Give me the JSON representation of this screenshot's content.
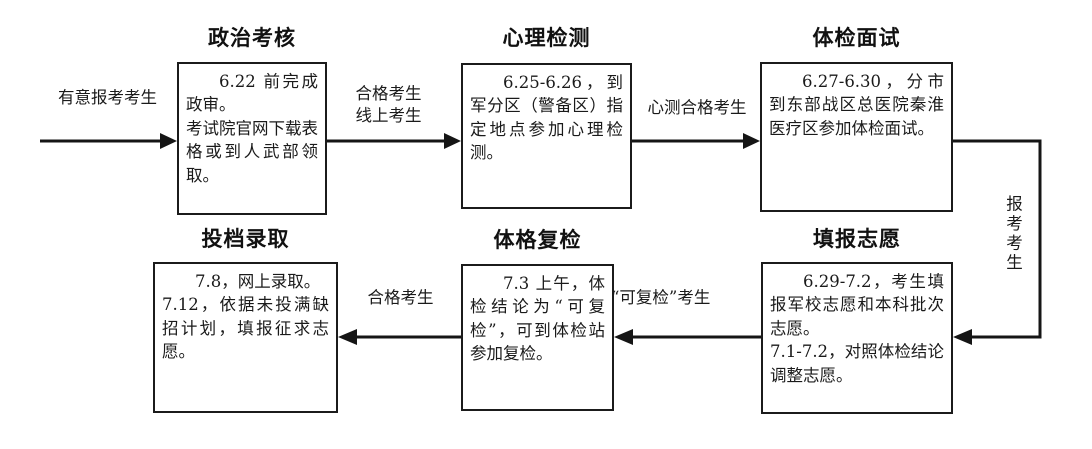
{
  "diagram": {
    "title_font_color": "#111111",
    "line_color": "#151515",
    "box_border_color": "#1b1b1b",
    "background": "#ffffff"
  },
  "nodes": [
    {
      "id": "political-review",
      "title": "政治考核",
      "body": "6.22 前完成政审。\n考试院官网下载表格或到人武部领取。"
    },
    {
      "id": "psychological-test",
      "title": "心理检测",
      "body": "6.25-6.26，到军分区（警备区）指定地点参加心理检测。"
    },
    {
      "id": "medical-interview",
      "title": "体检面试",
      "body": "6.27-6.30，分市到东部战区总医院秦淮医疗区参加体检面试。"
    },
    {
      "id": "admission",
      "title": "投档录取",
      "body": "7.8，网上录取。\n7.12，依据未投满缺招计划，填报征求志愿。"
    },
    {
      "id": "physical-recheck",
      "title": "体格复检",
      "body": "7.3 上午，体检结论为“可复检”，可到体检站参加复检。"
    },
    {
      "id": "fill-application",
      "title": "填报志愿",
      "body": "6.29-7.2，考生填报军校志愿和本科批次志愿。\n7.1-7.2，对照体检结论调整志愿。"
    }
  ],
  "edges": [
    {
      "id": "entry",
      "label": "有意报考考生"
    },
    {
      "id": "to-psych-line1",
      "label": "合格考生"
    },
    {
      "id": "to-psych-line2",
      "label": "线上考生"
    },
    {
      "id": "to-medical",
      "label": "心测合格考生"
    },
    {
      "id": "to-fill-application",
      "label": "报考考生"
    },
    {
      "id": "to-recheck",
      "label": "“可复检”考生"
    },
    {
      "id": "to-admission",
      "label": "合格考生"
    }
  ]
}
